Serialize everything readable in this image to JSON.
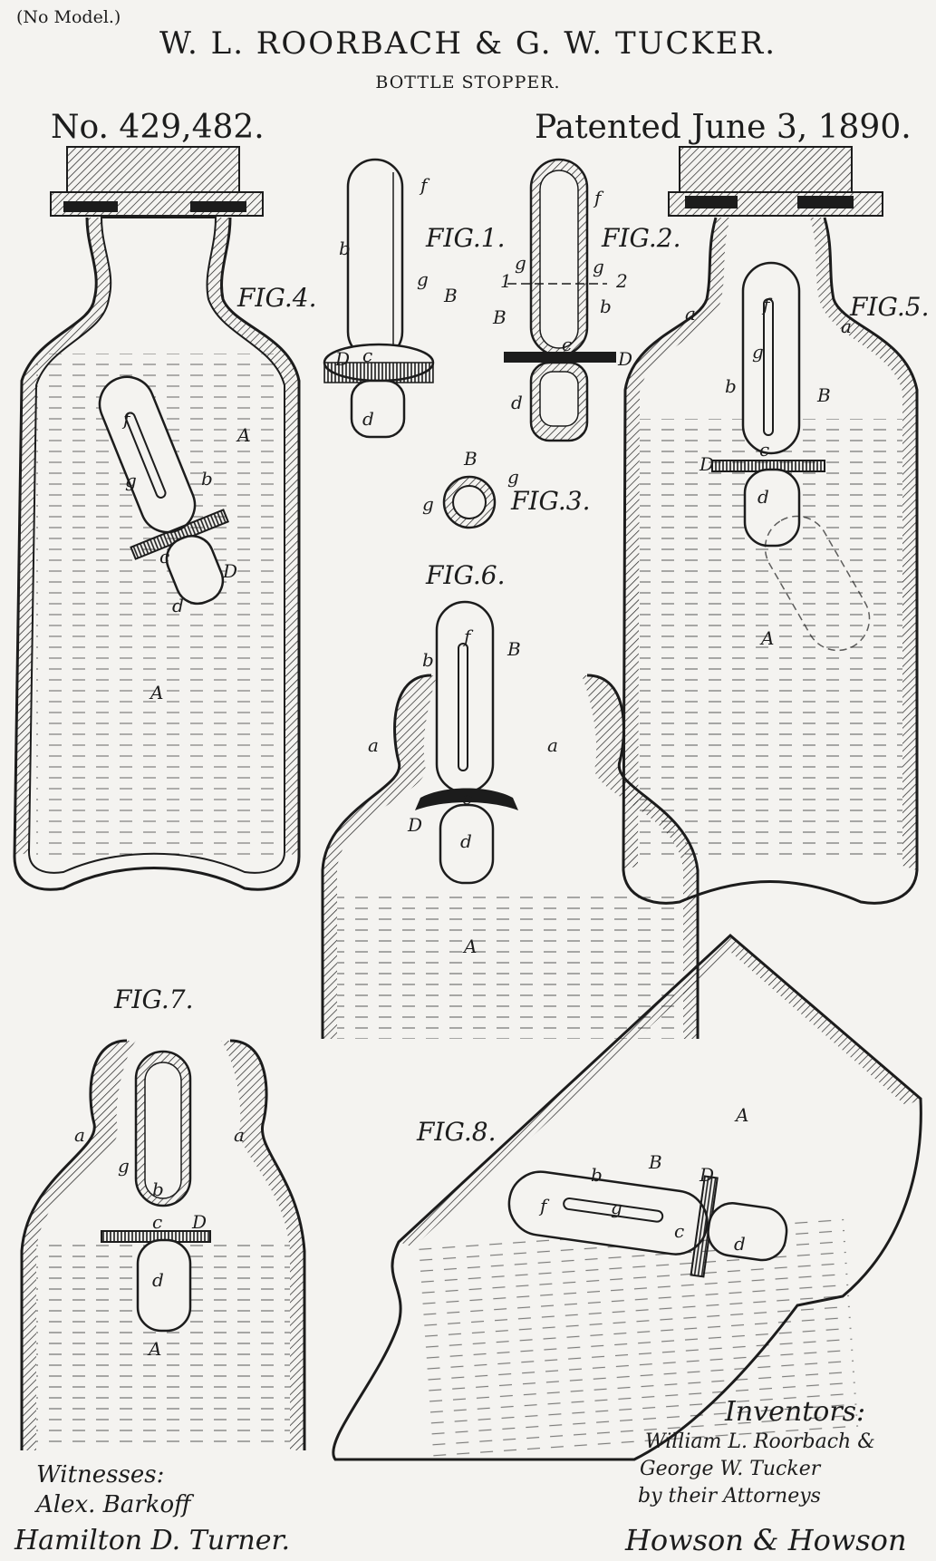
{
  "header": {
    "no_model": "(No Model.)",
    "inventors_names": "W. L. ROORBACH & G. W. TUCKER.",
    "title": "BOTTLE STOPPER.",
    "patent_number": "No. 429,482.",
    "patent_date": "Patented June 3, 1890."
  },
  "figures": {
    "fig1": "FIG.1.",
    "fig2": "FIG.2.",
    "fig3": "FIG.3.",
    "fig4": "FIG.4.",
    "fig5": "FIG.5.",
    "fig6": "FIG.6.",
    "fig7": "FIG.7.",
    "fig8": "FIG.8."
  },
  "reference_letters": {
    "A": "A",
    "B": "B",
    "D": "D",
    "a": "a",
    "b": "b",
    "c": "c",
    "d": "d",
    "f": "f",
    "g": "g",
    "one": "1",
    "two": "2"
  },
  "footer": {
    "witnesses_label": "Witnesses:",
    "witness_1": "Alex. Barkoff",
    "witness_2": "Hamilton D. Turner.",
    "inventors_label": "Inventors:",
    "inventor_line_1": "William L. Roorbach &",
    "inventor_line_2": "George W. Tucker",
    "inventor_line_3": "by their Attorneys",
    "attorneys": "Howson & Howson"
  },
  "colors": {
    "paper": "#f4f3f0",
    "ink": "#1c1c1c"
  }
}
